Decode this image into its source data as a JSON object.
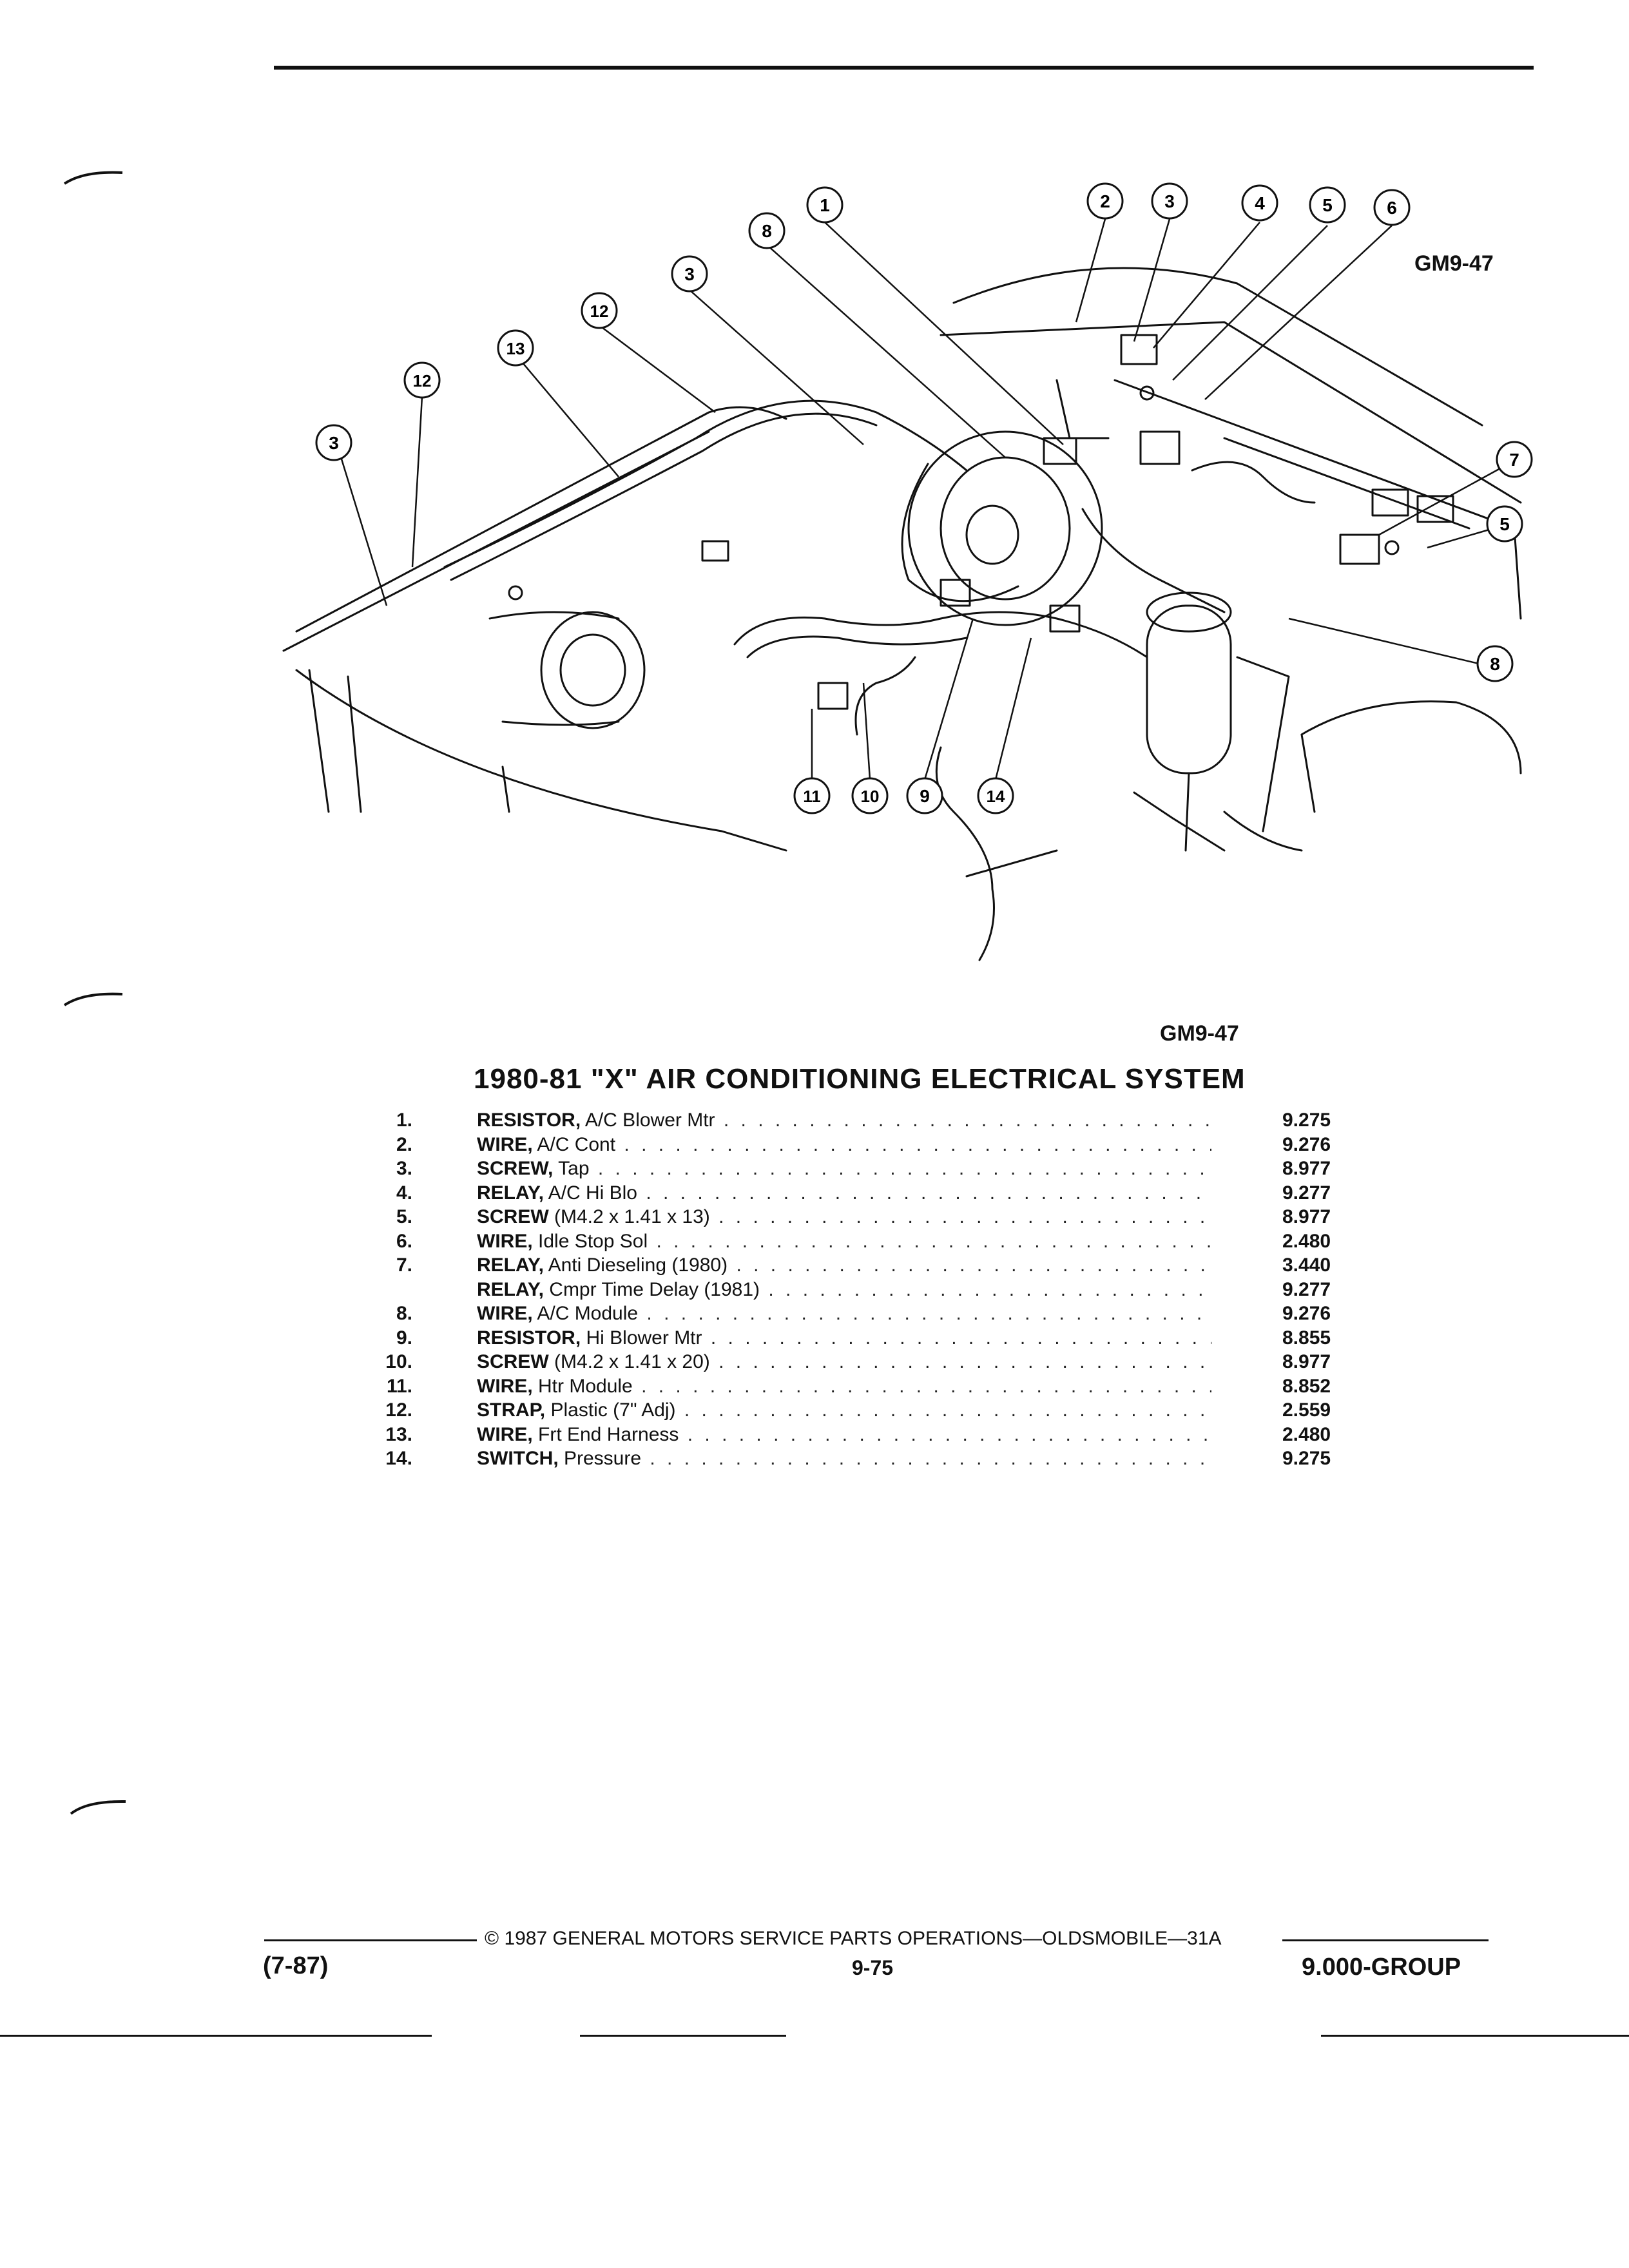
{
  "figure_id_top": "GM9-47",
  "figure_id_bottom": "GM9-47",
  "title": "1980-81 \"X\" AIR CONDITIONING ELECTRICAL SYSTEM",
  "callouts": [
    "1",
    "2",
    "3",
    "4",
    "5",
    "6",
    "7",
    "5",
    "8",
    "3",
    "12",
    "13",
    "12",
    "3",
    "8",
    "11",
    "10",
    "9",
    "14"
  ],
  "parts": [
    {
      "num": "1.",
      "name": "RESISTOR,",
      "desc": " A/C Blower Mtr",
      "code": "9.275"
    },
    {
      "num": "2.",
      "name": "WIRE,",
      "desc": " A/C Cont",
      "code": "9.276"
    },
    {
      "num": "3.",
      "name": "SCREW,",
      "desc": " Tap",
      "code": "8.977"
    },
    {
      "num": "4.",
      "name": "RELAY,",
      "desc": " A/C Hi Blo",
      "code": "9.277"
    },
    {
      "num": "5.",
      "name": "SCREW",
      "desc": " (M4.2 x 1.41 x 13)",
      "code": "8.977"
    },
    {
      "num": "6.",
      "name": "WIRE,",
      "desc": " Idle Stop Sol",
      "code": "2.480"
    },
    {
      "num": "7.",
      "name": "RELAY,",
      "desc": " Anti Dieseling (1980)",
      "code": "3.440"
    },
    {
      "num": "",
      "name": "RELAY,",
      "desc": " Cmpr Time Delay (1981)",
      "code": "9.277"
    },
    {
      "num": "8.",
      "name": "WIRE,",
      "desc": " A/C Module",
      "code": "9.276"
    },
    {
      "num": "9.",
      "name": "RESISTOR,",
      "desc": " Hi Blower Mtr",
      "code": "8.855"
    },
    {
      "num": "10.",
      "name": "SCREW",
      "desc": " (M4.2 x 1.41 x 20)",
      "code": "8.977"
    },
    {
      "num": "11.",
      "name": "WIRE,",
      "desc": " Htr Module",
      "code": "8.852"
    },
    {
      "num": "12.",
      "name": "STRAP,",
      "desc": " Plastic (7\" Adj)",
      "code": "2.559"
    },
    {
      "num": "13.",
      "name": "WIRE,",
      "desc": " Frt End Harness",
      "code": "2.480"
    },
    {
      "num": "14.",
      "name": "SWITCH,",
      "desc": " Pressure",
      "code": "9.275"
    }
  ],
  "footer": {
    "copyright": "© 1987 GENERAL MOTORS SERVICE PARTS OPERATIONS—OLDSMOBILE—31A",
    "date": "(7-87)",
    "page": "9-75",
    "group": "9.000-GROUP"
  }
}
